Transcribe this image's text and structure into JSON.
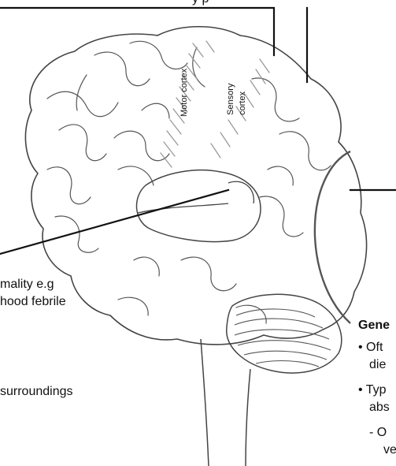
{
  "labels": {
    "motor_cortex": "Motor cortex",
    "sensory_cortex_line1": "Sensory",
    "sensory_cortex_line2": "cortex"
  },
  "left_text": {
    "line1": "mality e.g",
    "line2": "hood febrile",
    "line3": "surroundings"
  },
  "right_text": {
    "heading": "Gene",
    "bullet1_line1": "• Oft",
    "bullet1_line2": "die",
    "bullet2_line1": "• Typ",
    "bullet2_line2": "abs",
    "sub1_line1": "- O",
    "sub1_line2": "ve"
  },
  "top_text": "y p",
  "colors": {
    "ink": "#111111",
    "outline": "#444444",
    "hatch": "#999999",
    "background": "#ffffff"
  }
}
